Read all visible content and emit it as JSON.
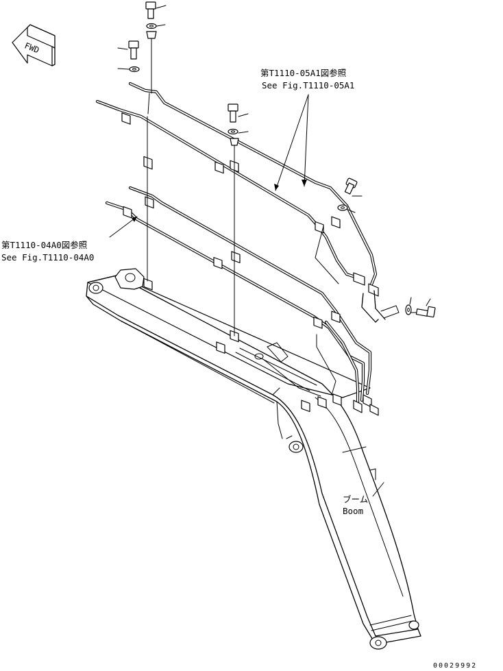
{
  "callouts": {
    "ref_upper_jp": "第T1110-05A1図参照",
    "ref_upper_en": "See Fig.T1110-05A1",
    "ref_left_jp": "第T1110-04A0図参照",
    "ref_left_en": "See Fig.T1110-04A0",
    "boom_jp": "ブーム",
    "boom_en": "Boom"
  },
  "direction": {
    "forward": "FWD"
  },
  "document": {
    "number": "00029992"
  },
  "icons": [
    "forward-arrow-icon",
    "bolt-icon",
    "washer-icon",
    "clamp-icon",
    "hose-fitting-icon"
  ],
  "colors": {
    "line": "#000000",
    "background": "#ffffff"
  }
}
